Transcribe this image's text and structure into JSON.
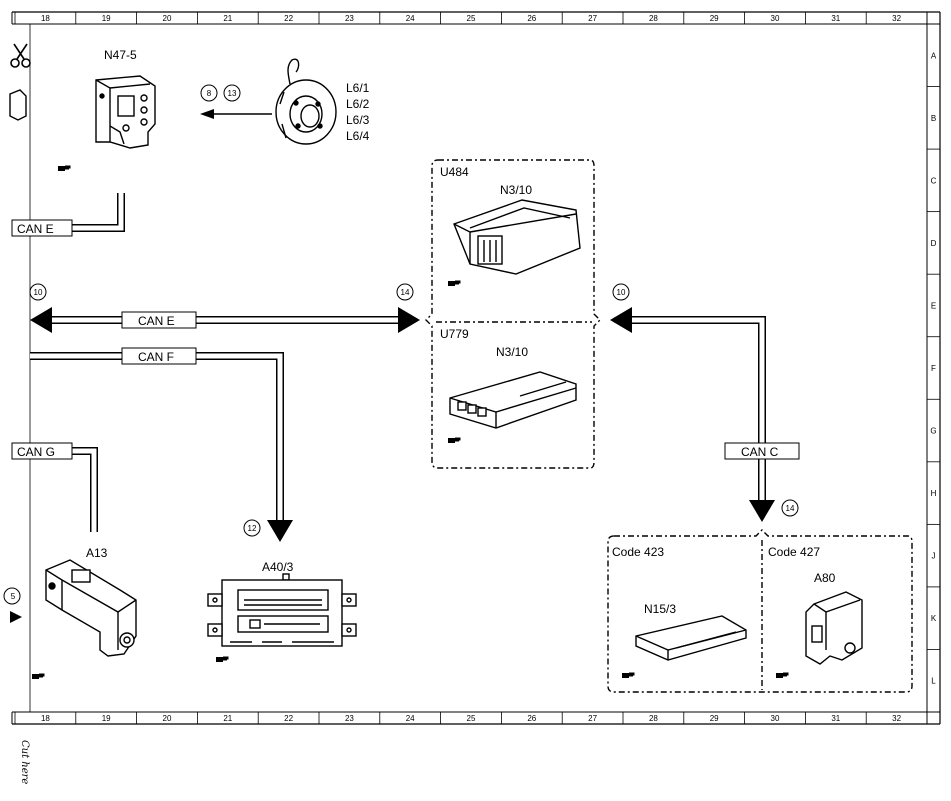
{
  "ruler": {
    "columns": [
      "18",
      "19",
      "20",
      "21",
      "22",
      "23",
      "24",
      "25",
      "26",
      "27",
      "28",
      "29",
      "30",
      "31",
      "32"
    ],
    "rows": [
      "A",
      "B",
      "C",
      "D",
      "E",
      "F",
      "G",
      "H",
      "J",
      "K",
      "L"
    ]
  },
  "components": {
    "n47_5": "N47-5",
    "l6": [
      "L6/1",
      "L6/2",
      "L6/3",
      "L6/4"
    ],
    "u484": "U484",
    "n3_10_top": "N3/10",
    "u779": "U779",
    "n3_10_bottom": "N3/10",
    "a13": "A13",
    "a40_3": "A40/3",
    "code423": "Code 423",
    "code427": "Code 427",
    "n15_3": "N15/3",
    "a80": "A80"
  },
  "buses": {
    "can_e_top": "CAN E",
    "can_e_main": "CAN E",
    "can_f": "CAN F",
    "can_g": "CAN G",
    "can_c": "CAN C"
  },
  "refs": {
    "r8": "8",
    "r13": "13",
    "r10_left": "10",
    "r14_center": "14",
    "r10_right": "10",
    "r12": "12",
    "r14_lower": "14",
    "r5": "5"
  },
  "footer": {
    "cut": "Cut here"
  }
}
